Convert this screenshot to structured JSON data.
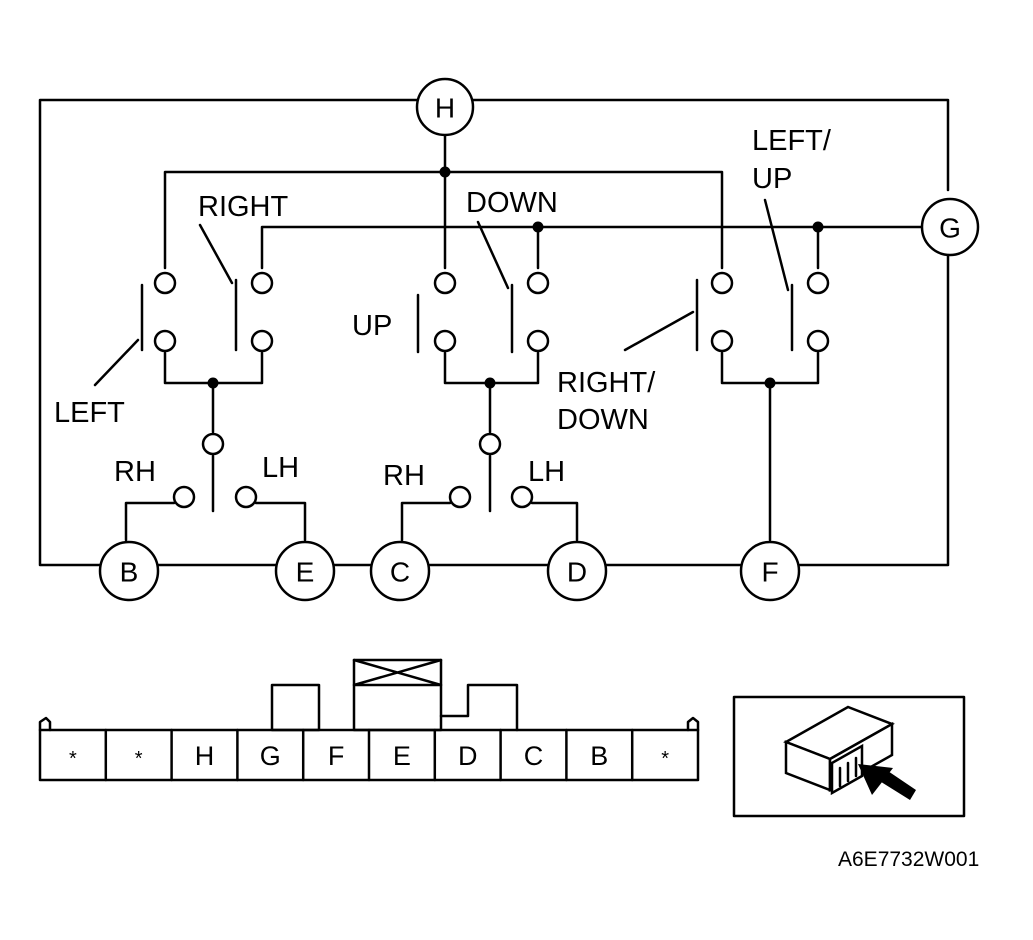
{
  "terminals": {
    "h": "H",
    "g": "G",
    "b": "B",
    "e": "E",
    "c": "C",
    "d": "D",
    "f": "F"
  },
  "labels": {
    "right": "RIGHT",
    "left": "LEFT",
    "down": "DOWN",
    "up": "UP",
    "left_up_1": "LEFT/",
    "left_up_2": "UP",
    "right_down_1": "RIGHT/",
    "right_down_2": "DOWN",
    "rh_1": "RH",
    "lh_1": "LH",
    "rh_2": "RH",
    "lh_2": "LH"
  },
  "connector": {
    "pins": [
      "*",
      "*",
      "H",
      "G",
      "F",
      "E",
      "D",
      "C",
      "B",
      "*"
    ]
  },
  "figure_code": "A6E7732W001"
}
